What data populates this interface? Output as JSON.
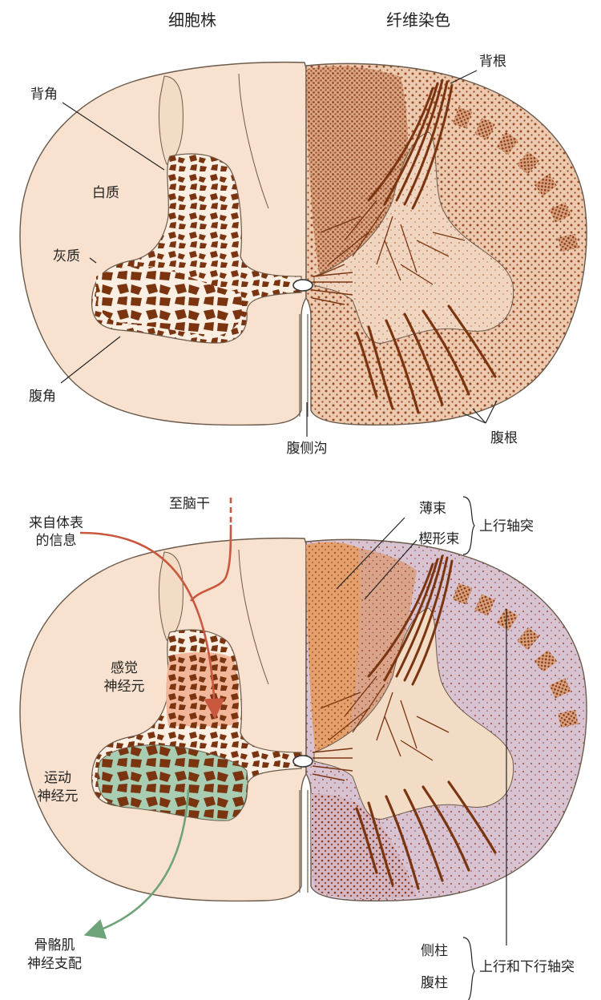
{
  "top_panel": {
    "headers": {
      "left": "细胞株",
      "right": "纤维染色"
    },
    "labels": {
      "dorsal_horn": "背角",
      "white_matter": "白质",
      "gray_matter": "灰质",
      "ventral_horn": "腹角",
      "ventral_sulcus": "腹侧沟",
      "dorsal_root": "背根",
      "ventral_root": "腹根"
    }
  },
  "bottom_panel": {
    "labels": {
      "to_brainstem": "至脑干",
      "from_body_line1": "来自体表",
      "from_body_line2": "的信息",
      "sensory_line1": "感觉",
      "sensory_line2": "神经元",
      "motor_line1": "运动",
      "motor_line2": "神经元",
      "skeletal_line1": "骨骼肌",
      "skeletal_line2": "神经支配",
      "gracile": "薄束",
      "cuneate": "楔形束",
      "ascending_axons": "上行轴突",
      "lateral_column": "侧柱",
      "ventral_column": "腹柱",
      "asc_desc_axons": "上行和下行轴突"
    }
  },
  "colors": {
    "tissue": "#f8e2cf",
    "outline": "#6b5a4a",
    "cell": "#7a3510",
    "fiber_field": "#eccab0",
    "fiber_dot": "#9a4a22",
    "sensory_fill": "#f2b69a",
    "motor_fill": "#a9cdb2",
    "motor_arrow": "#6fa37a",
    "sensory_arrow": "#c9583e",
    "gracile_fill": "#e4a06c",
    "cuneate_fill": "#d9a48a",
    "lateral_fill": "#d8c3d2"
  }
}
